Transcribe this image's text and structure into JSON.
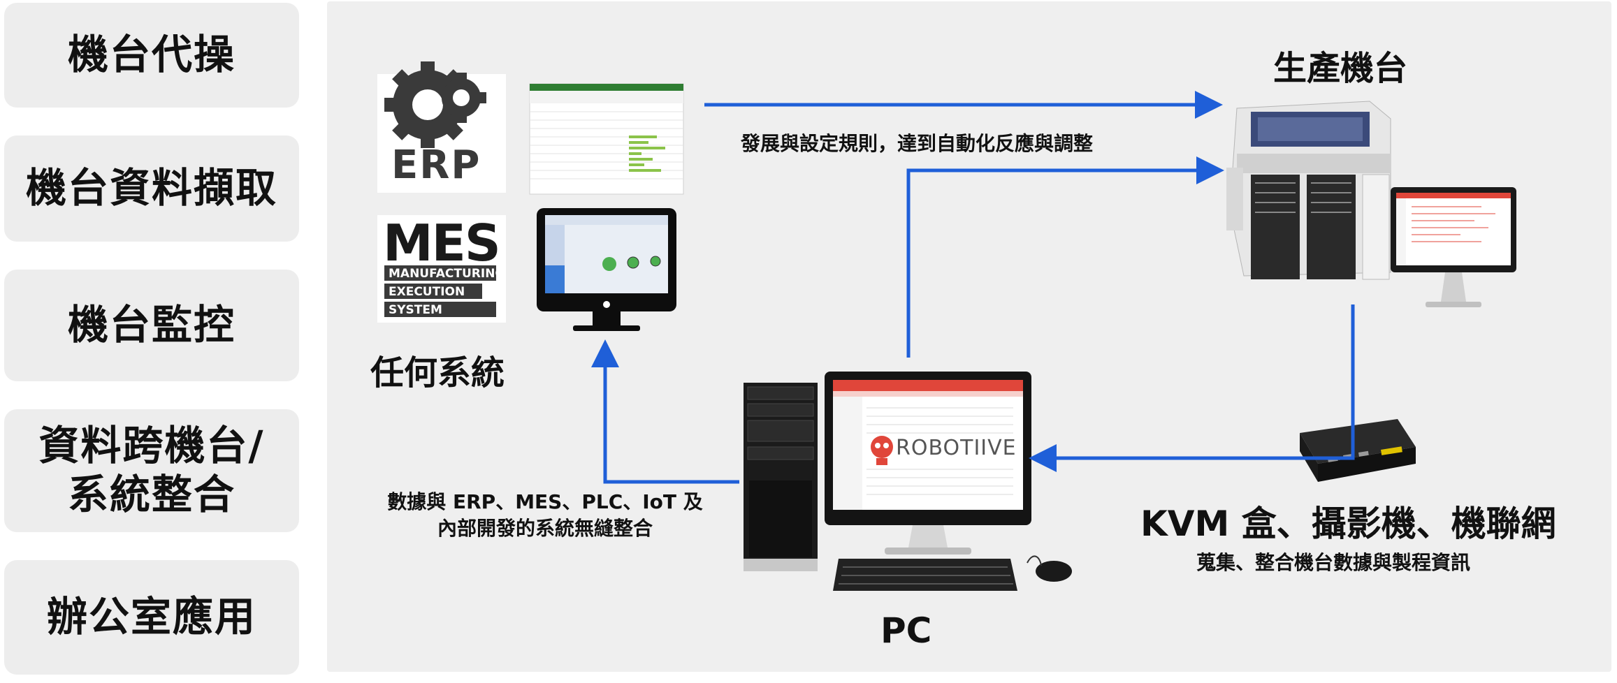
{
  "sidebar": {
    "items": [
      {
        "label": "機台代操"
      },
      {
        "label": "機台資料擷取"
      },
      {
        "label": "機台監控"
      },
      {
        "label": "資料跨機台/",
        "label2": "系統整合"
      },
      {
        "label": "辦公室應用"
      }
    ]
  },
  "diagram": {
    "systems": {
      "erp_logo": "ERP",
      "mes_logo": "MES",
      "mes_lines": [
        "MANUFACTURING",
        "EXECUTION",
        "SYSTEM"
      ],
      "label": "任何系統"
    },
    "machine": {
      "label": "生產機台"
    },
    "top_arrow_caption": "發展與設定規則，達到自動化反應與調整",
    "integration_caption": {
      "line1": "數據與 ERP、MES、PLC、IoT 及",
      "line2": "內部開發的系統無縫整合"
    },
    "kvm": {
      "label": "KVM 盒、攝影機、機聯網",
      "caption": "蒐集、整合機台數據與製程資訊"
    },
    "pc": {
      "label": "PC",
      "screen_logo": "ROBOTIIVE"
    }
  },
  "colors": {
    "arrow": "#1f5fd8",
    "sidebar_bg": "#ededed",
    "panel_bg": "#efefef",
    "accent_red": "#e0463a"
  }
}
